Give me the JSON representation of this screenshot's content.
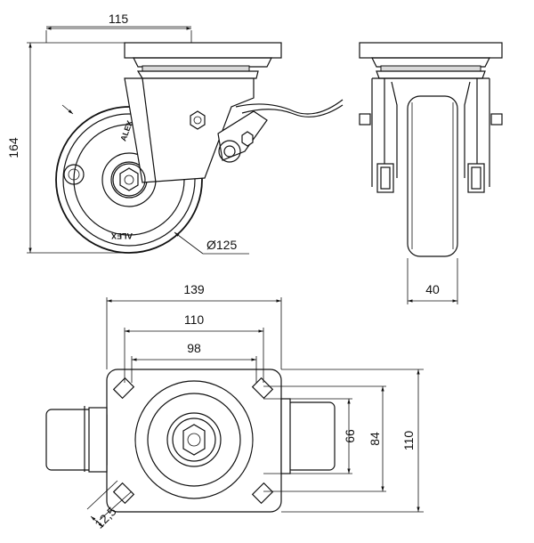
{
  "dimensions": {
    "side_top_width": "115",
    "side_height": "164",
    "wheel_diameter": "Ø125",
    "front_wheel_width": "40",
    "plate_width": "139",
    "bolt_spacing_outer": "110",
    "bolt_spacing_inner": "98",
    "slot_width": "12,5",
    "bolt_spacing_vertical_inner": "66",
    "bolt_spacing_vertical_outer": "84",
    "plate_height": "110"
  },
  "logo": {
    "brand": "ALEX"
  }
}
